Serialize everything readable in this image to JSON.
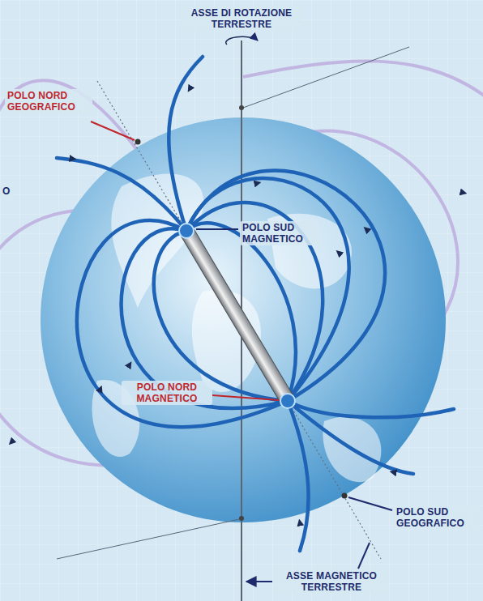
{
  "diagram": {
    "labels": [
      "ASSE DI ROTAZIONE TERRESTRE",
      "O",
      "POLO NORD GEOGRAFICO",
      "POLO SUD MAGNETICO",
      "POLO NORD MAGNETICO",
      "POLO SUD GEOGRAFICO",
      "ASSE MAGNETICO TERRESTRE"
    ]
  }
}
